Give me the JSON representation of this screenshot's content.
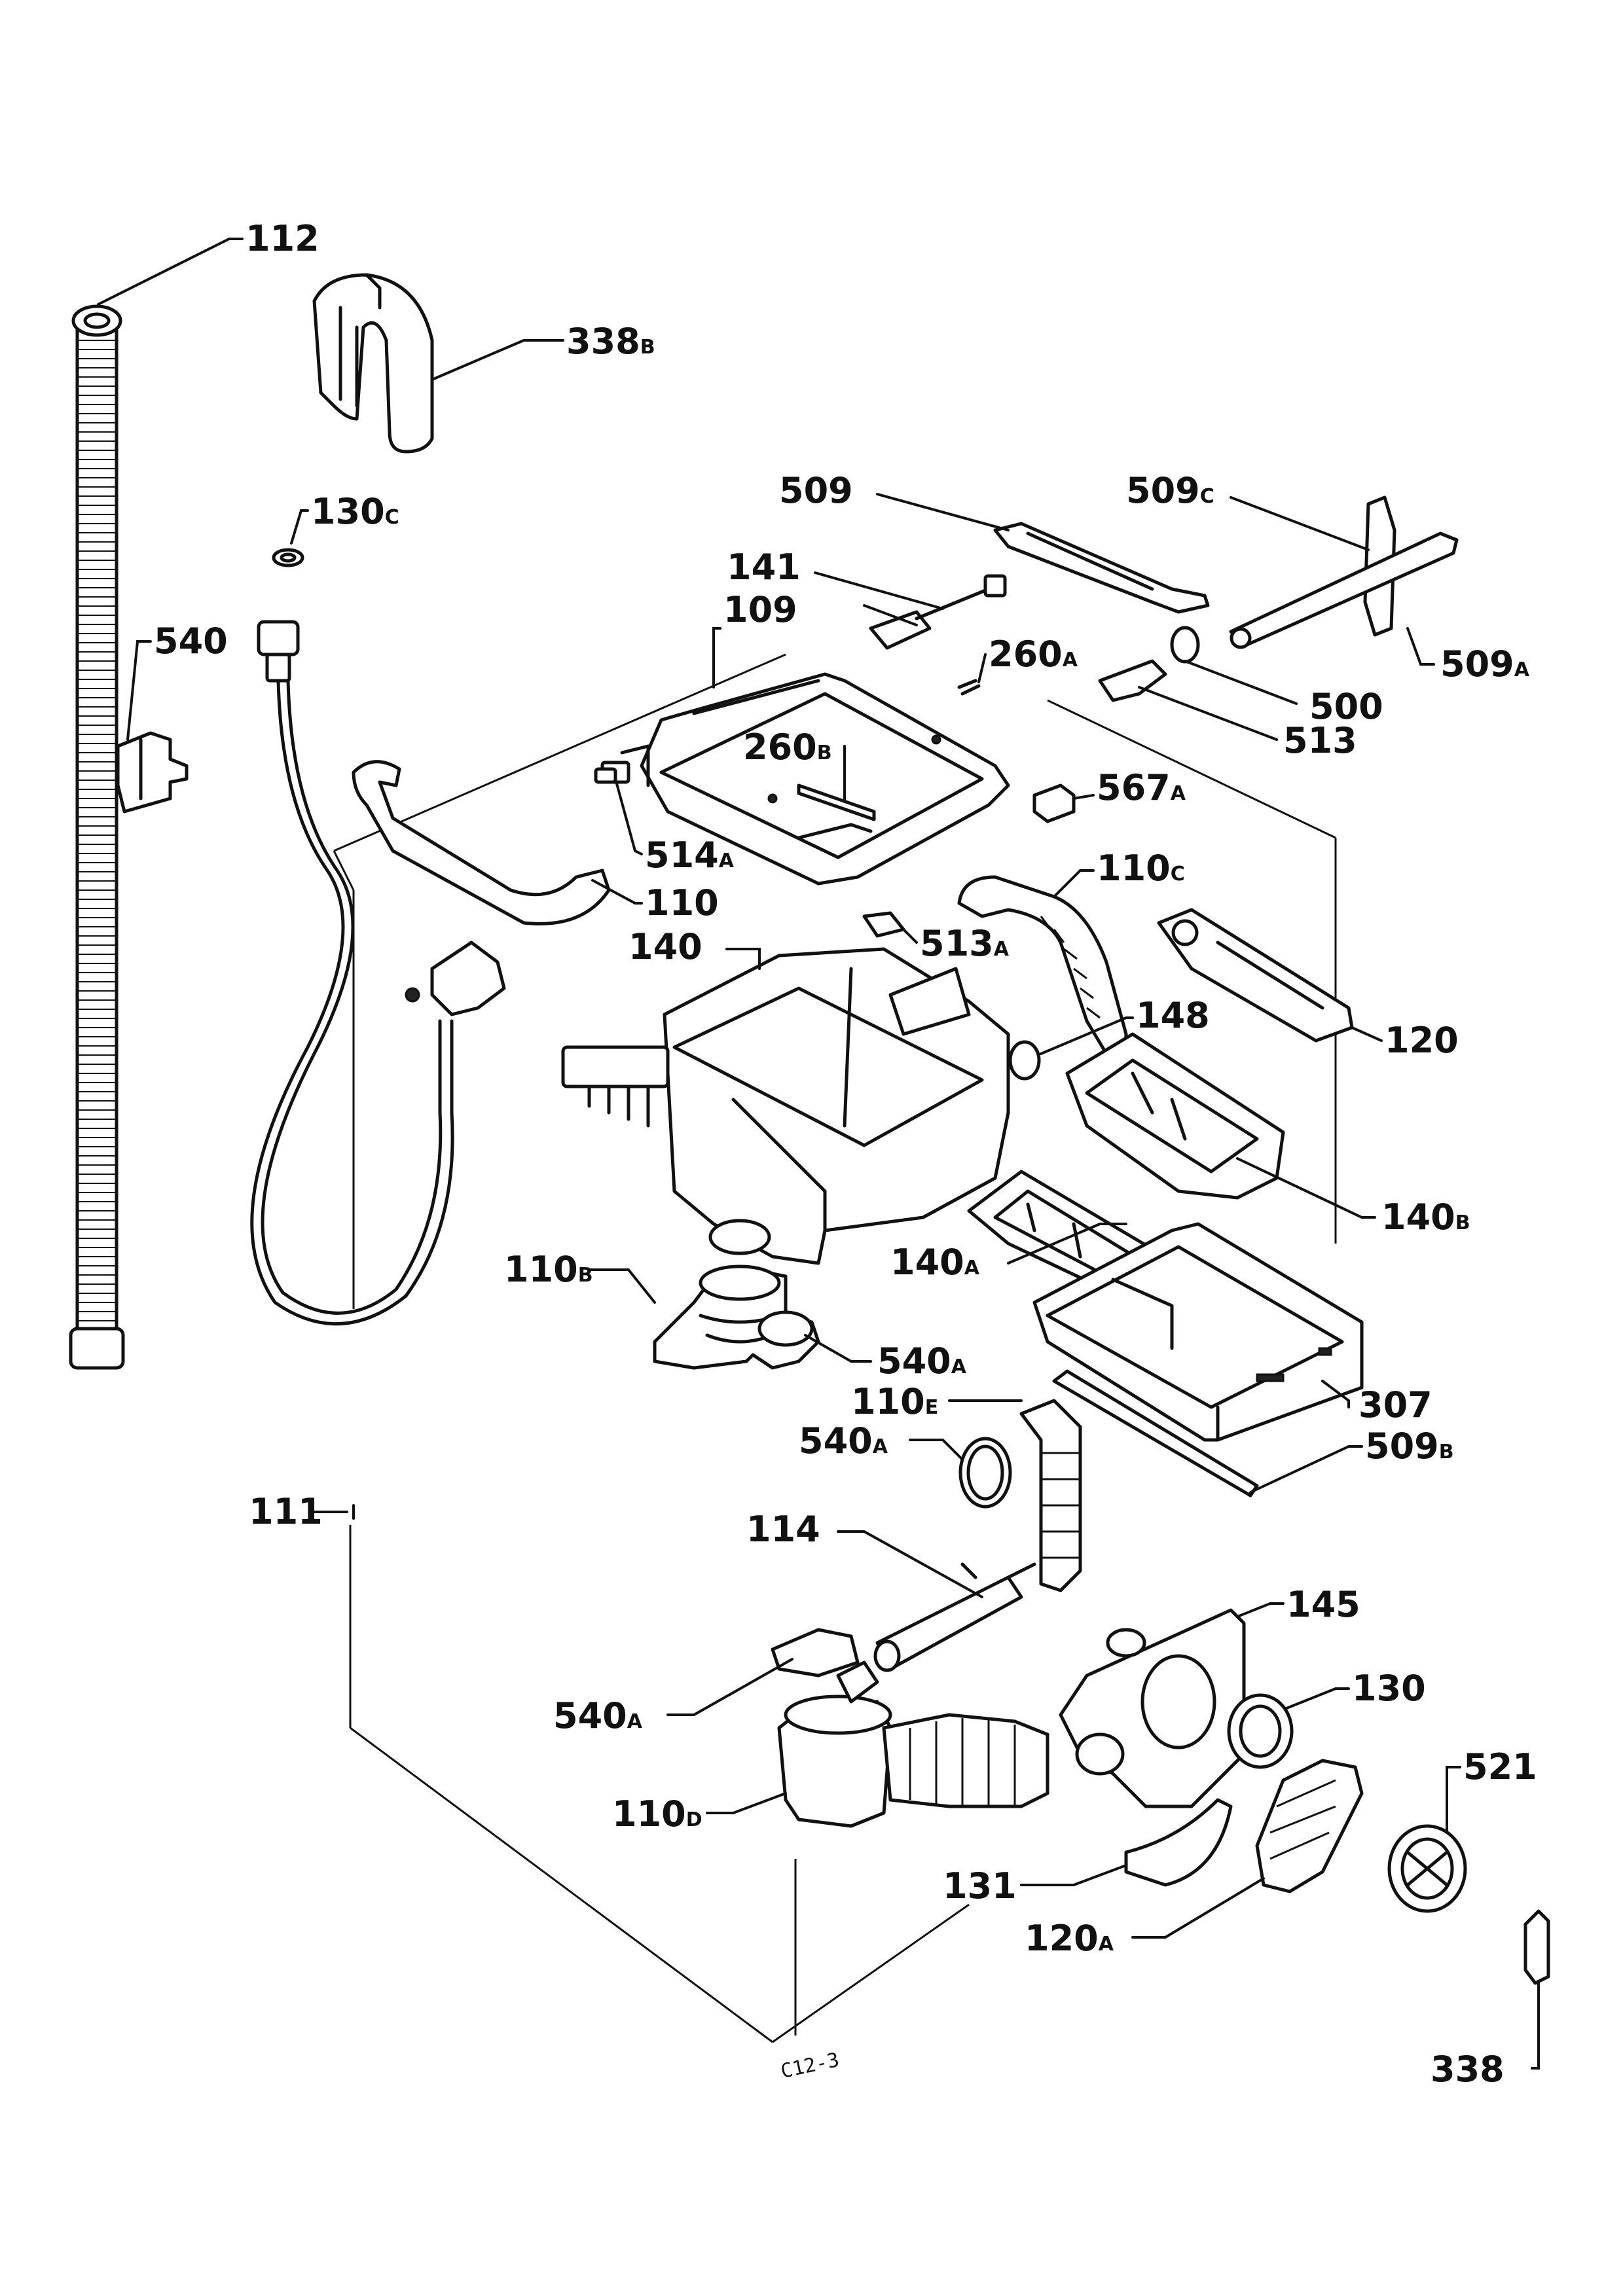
{
  "parts": [
    {
      "id": "112",
      "main": "112",
      "suffix": ""
    },
    {
      "id": "338b",
      "main": "338",
      "suffix": "B"
    },
    {
      "id": "130c",
      "main": "130",
      "suffix": "C"
    },
    {
      "id": "540",
      "main": "540",
      "suffix": ""
    },
    {
      "id": "509",
      "main": "509",
      "suffix": ""
    },
    {
      "id": "509c",
      "main": "509",
      "suffix": "C"
    },
    {
      "id": "141",
      "main": "141",
      "suffix": ""
    },
    {
      "id": "109",
      "main": "109",
      "suffix": ""
    },
    {
      "id": "260a",
      "main": "260",
      "suffix": "A"
    },
    {
      "id": "500",
      "main": "500",
      "suffix": ""
    },
    {
      "id": "509a",
      "main": "509",
      "suffix": "A"
    },
    {
      "id": "513",
      "main": "513",
      "suffix": ""
    },
    {
      "id": "260b",
      "main": "260",
      "suffix": "B"
    },
    {
      "id": "567a",
      "main": "567",
      "suffix": "A"
    },
    {
      "id": "514a",
      "main": "514",
      "suffix": "A"
    },
    {
      "id": "110",
      "main": "110",
      "suffix": ""
    },
    {
      "id": "110c",
      "main": "110",
      "suffix": "C"
    },
    {
      "id": "140",
      "main": "140",
      "suffix": ""
    },
    {
      "id": "513a",
      "main": "513",
      "suffix": "A"
    },
    {
      "id": "148",
      "main": "148",
      "suffix": ""
    },
    {
      "id": "120",
      "main": "120",
      "suffix": ""
    },
    {
      "id": "140b",
      "main": "140",
      "suffix": "B"
    },
    {
      "id": "140a",
      "main": "140",
      "suffix": "A"
    },
    {
      "id": "110b",
      "main": "110",
      "suffix": "B"
    },
    {
      "id": "540a-1",
      "main": "540",
      "suffix": "A"
    },
    {
      "id": "307",
      "main": "307",
      "suffix": ""
    },
    {
      "id": "110e",
      "main": "110",
      "suffix": "E"
    },
    {
      "id": "540a-2",
      "main": "540",
      "suffix": "A"
    },
    {
      "id": "509b",
      "main": "509",
      "suffix": "B"
    },
    {
      "id": "111",
      "main": "111",
      "suffix": ""
    },
    {
      "id": "114",
      "main": "114",
      "suffix": ""
    },
    {
      "id": "145",
      "main": "145",
      "suffix": ""
    },
    {
      "id": "130",
      "main": "130",
      "suffix": ""
    },
    {
      "id": "540a-3",
      "main": "540",
      "suffix": "A"
    },
    {
      "id": "521",
      "main": "521",
      "suffix": ""
    },
    {
      "id": "110d",
      "main": "110",
      "suffix": "D"
    },
    {
      "id": "131",
      "main": "131",
      "suffix": ""
    },
    {
      "id": "120a",
      "main": "120",
      "suffix": "A"
    },
    {
      "id": "338",
      "main": "338",
      "suffix": ""
    }
  ],
  "footer": {
    "code": "C12-3"
  }
}
